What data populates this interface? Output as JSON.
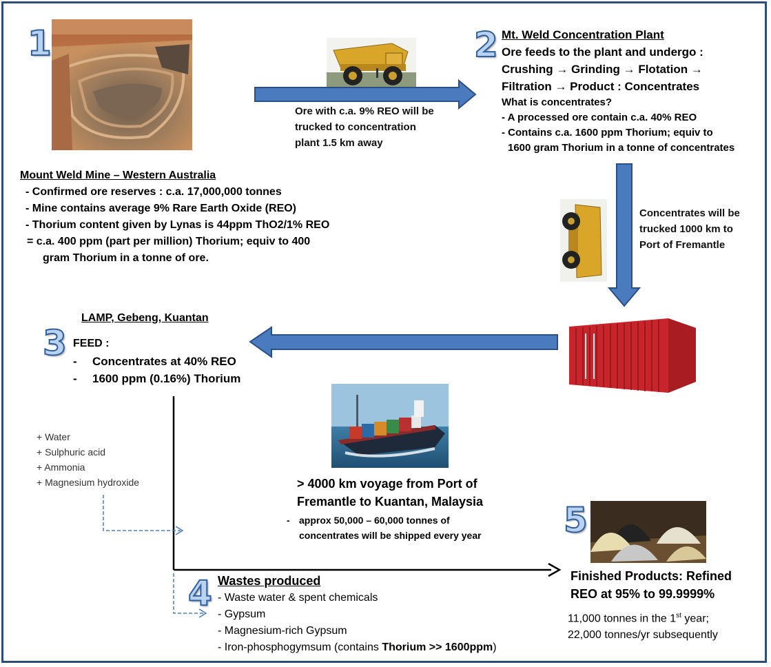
{
  "step1": {
    "number": "1",
    "title": "Mount Weld Mine – Western Australia",
    "bullets": [
      "- Confirmed ore reserves : c.a. 17,000,000 tonnes",
      "- Mine contains average 9% Rare Earth Oxide (REO)",
      "- Thorium content given by Lynas is 44ppm ThO2/1% REO",
      "= c.a. 400 ppm (part per million) Thorium;  equiv to 400",
      "gram Thorium in a tonne  of ore."
    ]
  },
  "transport1": {
    "lines": [
      "Ore with c.a. 9% REO will be",
      "trucked to concentration",
      "plant 1.5 km away"
    ]
  },
  "step2": {
    "number": "2",
    "title": "Mt. Weld Concentration Plant",
    "line1": "Ore feeds to the plant and undergo :",
    "line2": "Crushing → Grinding → Flotation →",
    "line3": "Filtration → Product : Concentrates",
    "question": "What is concentrates?",
    "bullets": [
      "- A processed ore contain c.a. 40% REO",
      "- Contains c.a. 1600 ppm Thorium; equiv to",
      "1600 gram Thorium in a tonne of concentrates"
    ]
  },
  "transport2": {
    "lines": [
      "Concentrates will be",
      "trucked 1000 km to",
      "Port of Fremantle"
    ]
  },
  "step3": {
    "number": "3",
    "title": "LAMP, Gebeng, Kuantan",
    "feed_label": "FEED :",
    "feed_items": [
      {
        "dash": "-",
        "text": "Concentrates at 40% REO"
      },
      {
        "dash": "-",
        "text": "1600 ppm (0.16%) Thorium"
      }
    ]
  },
  "voyage": {
    "title_lines": [
      "> 4000 km voyage from Port of",
      "Fremantle to Kuantan, Malaysia"
    ],
    "dash": "-",
    "detail_lines": [
      "approx 50,000 – 60,000 tonnes of",
      "concentrates will be shipped every year"
    ]
  },
  "reagents": [
    "+ Water",
    "+ Sulphuric acid",
    "+ Ammonia",
    "+ Magnesium hydroxide"
  ],
  "step4": {
    "number": "4",
    "title": "Wastes produced",
    "items": [
      "- Waste water & spent chemicals",
      "- Gypsum",
      "- Magnesium-rich Gypsum"
    ],
    "last_item_prefix": "- Iron-phosphogymsum (contains ",
    "last_item_bold": "Thorium >> 1600ppm",
    "last_item_suffix": ")"
  },
  "step5": {
    "number": "5",
    "title_lines": [
      "Finished Products: Refined",
      "REO at 95% to 99.9999%"
    ],
    "output_pre": "11,000 tonnes in the 1",
    "output_sup": "st",
    "output_post": " year;",
    "output_line2": "22,000 tonnes/yr subsequently"
  },
  "colors": {
    "frame": "#2e4e7a",
    "arrow_fill": "#4a7bbf",
    "arrow_stroke": "#2a4f86",
    "number_fill": "#b9d2f0",
    "container_red": "#c8242b"
  }
}
